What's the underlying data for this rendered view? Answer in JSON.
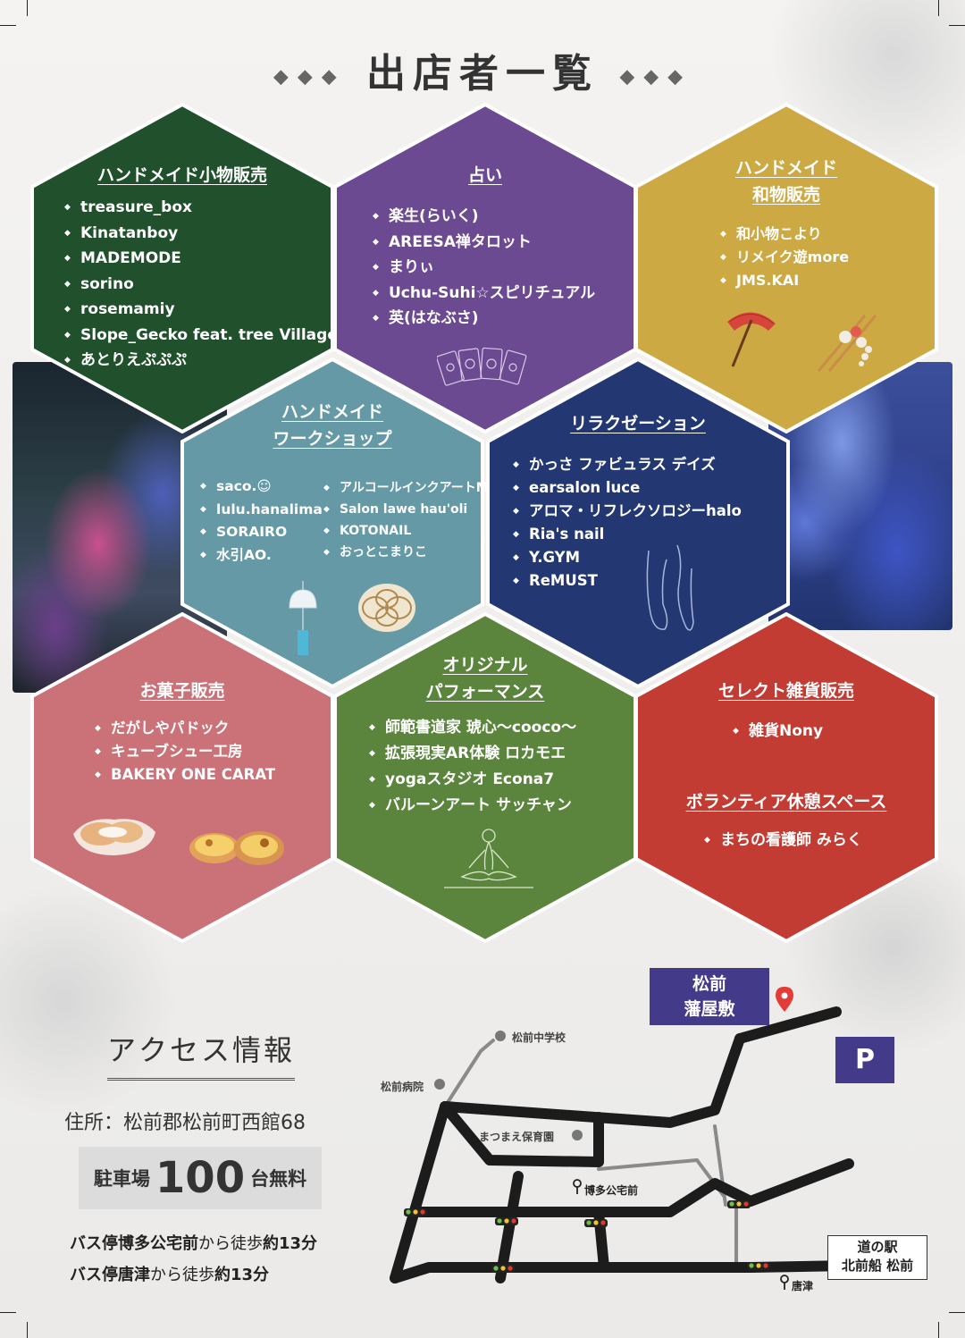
{
  "page": {
    "title": "出店者一覧",
    "title_dots": "◆◆◆"
  },
  "colors": {
    "handmade_goods": "#20512c",
    "fortune": "#6c4a91",
    "japanese_goods": "#cda944",
    "workshop": "#6599a6",
    "relaxation": "#233873",
    "sweets": "#cb7278",
    "performance": "#5b853d",
    "select_goods": "#c33c33"
  },
  "hexes": {
    "handmade_goods": {
      "heading": "ハンドメイド小物販売",
      "items": [
        "treasure_box",
        "Kinatanboy",
        "MADEMODE",
        "sorino",
        "rosemamiy",
        "Slope_Gecko feat. tree Village",
        "あとりえぷぷぷ"
      ]
    },
    "fortune": {
      "heading": "占い",
      "items": [
        "楽生(らいく)",
        "AREESA禅タロット",
        "まりぃ",
        "Uchu-Suhi☆スピリチュアル",
        "英(はなぶさ)"
      ],
      "icon": "tarot-cards-icon"
    },
    "japanese_goods": {
      "heading_line1": "ハンドメイド",
      "heading_line2": "和物販売",
      "items": [
        "和小物こより",
        "リメイク遊more",
        "JMS.KAI"
      ],
      "icons": [
        "japanese-umbrella-icon",
        "kanzashi-hairpin-icon"
      ]
    },
    "workshop": {
      "heading_line1": "ハンドメイド",
      "heading_line2": "ワークショップ",
      "items_left": [
        "saco.☺",
        "lulu.hanalima",
        "SORAIRO",
        "水引AO."
      ],
      "items_right": [
        "アルコールインクアートMIKA",
        "Salon lawe hau'oli",
        "KOTONAIL",
        "おっとこまりこ"
      ],
      "icons": [
        "wind-chime-icon",
        "mizuhiki-knot-icon"
      ]
    },
    "relaxation": {
      "heading": "リラクゼーション",
      "items": [
        "かっさ ファビュラス デイズ",
        "earsalon luce",
        "アロマ・リフレクソロジーhalo",
        "Ria's nail",
        "Y.GYM",
        "ReMUST"
      ],
      "icon": "feet-line-icon"
    },
    "sweets": {
      "heading": "お菓子販売",
      "items": [
        "だがしやパドック",
        "キューブシュー工房",
        "BAKERY ONE CARAT"
      ],
      "icons": [
        "cream-puff-icon",
        "egg-tart-icon"
      ]
    },
    "performance": {
      "heading_line1": "オリジナル",
      "heading_line2": "パフォーマンス",
      "items": [
        "師範書道家 琥心〜cooco〜",
        "拡張現実AR体験 ロカモエ",
        "yogaスタジオ Econa7",
        "バルーンアート サッチャン"
      ],
      "icon": "yoga-pose-icon"
    },
    "select_goods": {
      "heading": "セレクト雑貨販売",
      "items": [
        "雑貨Nony"
      ],
      "heading2": "ボランティア休憩スペース",
      "items2": [
        "まちの看護師 みらく"
      ]
    }
  },
  "access": {
    "title": "アクセス情報",
    "address": "住所：松前郡松前町西館68",
    "parking_prefix": "駐車場",
    "parking_number": "100",
    "parking_suffix": "台無料",
    "bus1_stop": "バス停博多公宅前",
    "bus1_from": "から徒歩",
    "bus1_time": "約13分",
    "bus2_stop": "バス停唐津",
    "bus2_from": "から徒歩",
    "bus2_time": "約13分"
  },
  "map": {
    "destination_line1": "松前",
    "destination_line2": "藩屋敷",
    "parking_mark": "P",
    "school": "松前中学校",
    "hospital": "松前病院",
    "nursery": "まつまえ保育園",
    "busstop1": "博多公宅前",
    "busstop2": "唐津",
    "station_line1": "道の駅",
    "station_line2": "北前船 松前"
  }
}
